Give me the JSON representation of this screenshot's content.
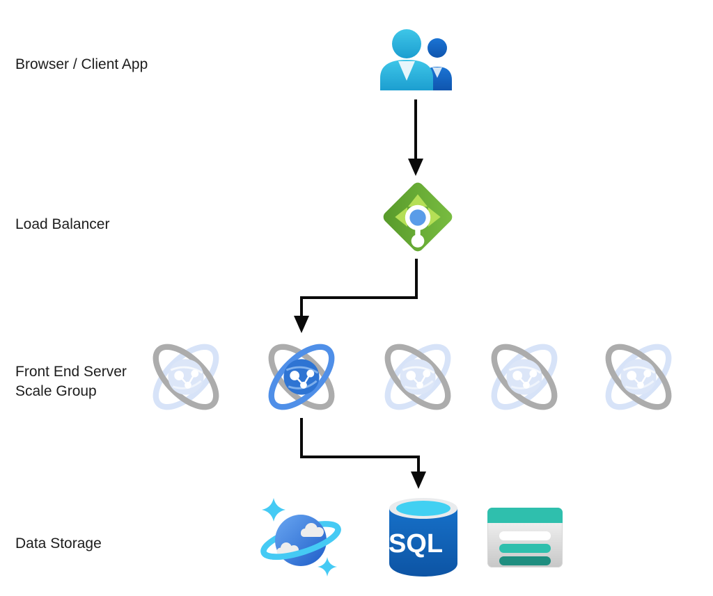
{
  "labels": {
    "browser": "Browser / Client App",
    "load_balancer": "Load Balancer",
    "scale_group_line1": "Front End Server",
    "scale_group_line2": "Scale Group",
    "data_storage": "Data Storage"
  },
  "icons": {
    "browser": "users-icon",
    "load_balancer": "load-balancer-icon",
    "scale_group": "scale-set-icon",
    "data_storage": [
      "cosmos-db-icon",
      "sql-database-icon",
      "table-storage-icon"
    ]
  },
  "scale_group": {
    "instance_count": 5,
    "active_instance": 2
  },
  "sql_icon_text": "SQL",
  "connections": [
    {
      "from": "browser",
      "to": "load-balancer"
    },
    {
      "from": "load-balancer",
      "to": "scale-group-instance-2"
    },
    {
      "from": "scale-group-instance-2",
      "to": "data-storage"
    }
  ],
  "colors": {
    "arrow": "#0a0a0a",
    "label_text": "#1d1d1d",
    "user_front_cyan": "#2fb8dd",
    "user_back_blue": "#1565c4",
    "load_balancer_green": "#64a937",
    "load_balancer_arrow_green": "#b5df56",
    "load_balancer_hub_blue": "#5a9ce8",
    "scale_orbit_gray": "#acacac",
    "scale_orbit_blue_active": "#4f8fe8",
    "scale_orbit_blue_inactive": "#d7e3f8",
    "scale_core_active": "#2e74d3",
    "scale_core_inactive": "#dce6f8",
    "cosmos_ring_cyan": "#45caf4",
    "cosmos_planet_blue": "#2a66cf",
    "sql_body_blue": "#1166bb",
    "sql_top_cyan": "#41d0f2",
    "table_teal": "#2fbfad",
    "table_teal_dark": "#1f8e80"
  }
}
